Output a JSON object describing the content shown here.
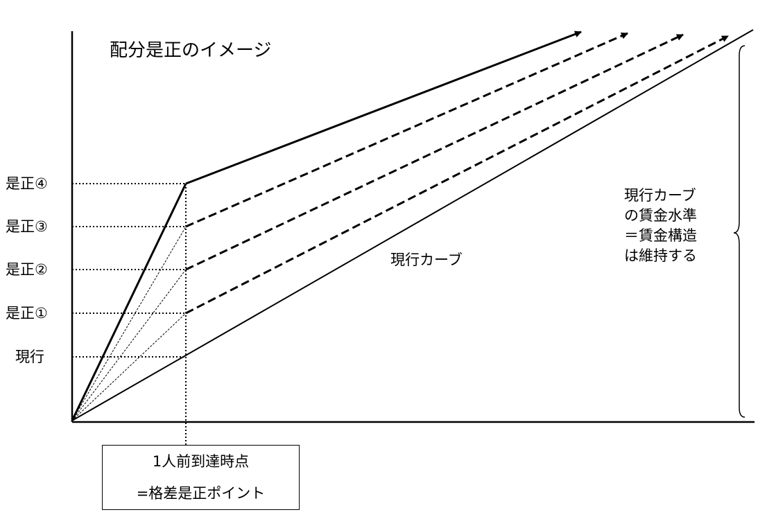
{
  "title": "配分是正のイメージ",
  "y_labels": [
    "是正④",
    "是正③",
    "是正②",
    "是正①",
    "現行"
  ],
  "curve_label": "現行カーブ",
  "note_lines": [
    "現行カーブ",
    "の賃金水準",
    "＝賃金構造",
    "は維持する"
  ],
  "point_box": {
    "line1": "1人前到達時点",
    "line2": "=格差是正ポイント"
  },
  "colors": {
    "line": "#000000",
    "background": "#ffffff"
  }
}
